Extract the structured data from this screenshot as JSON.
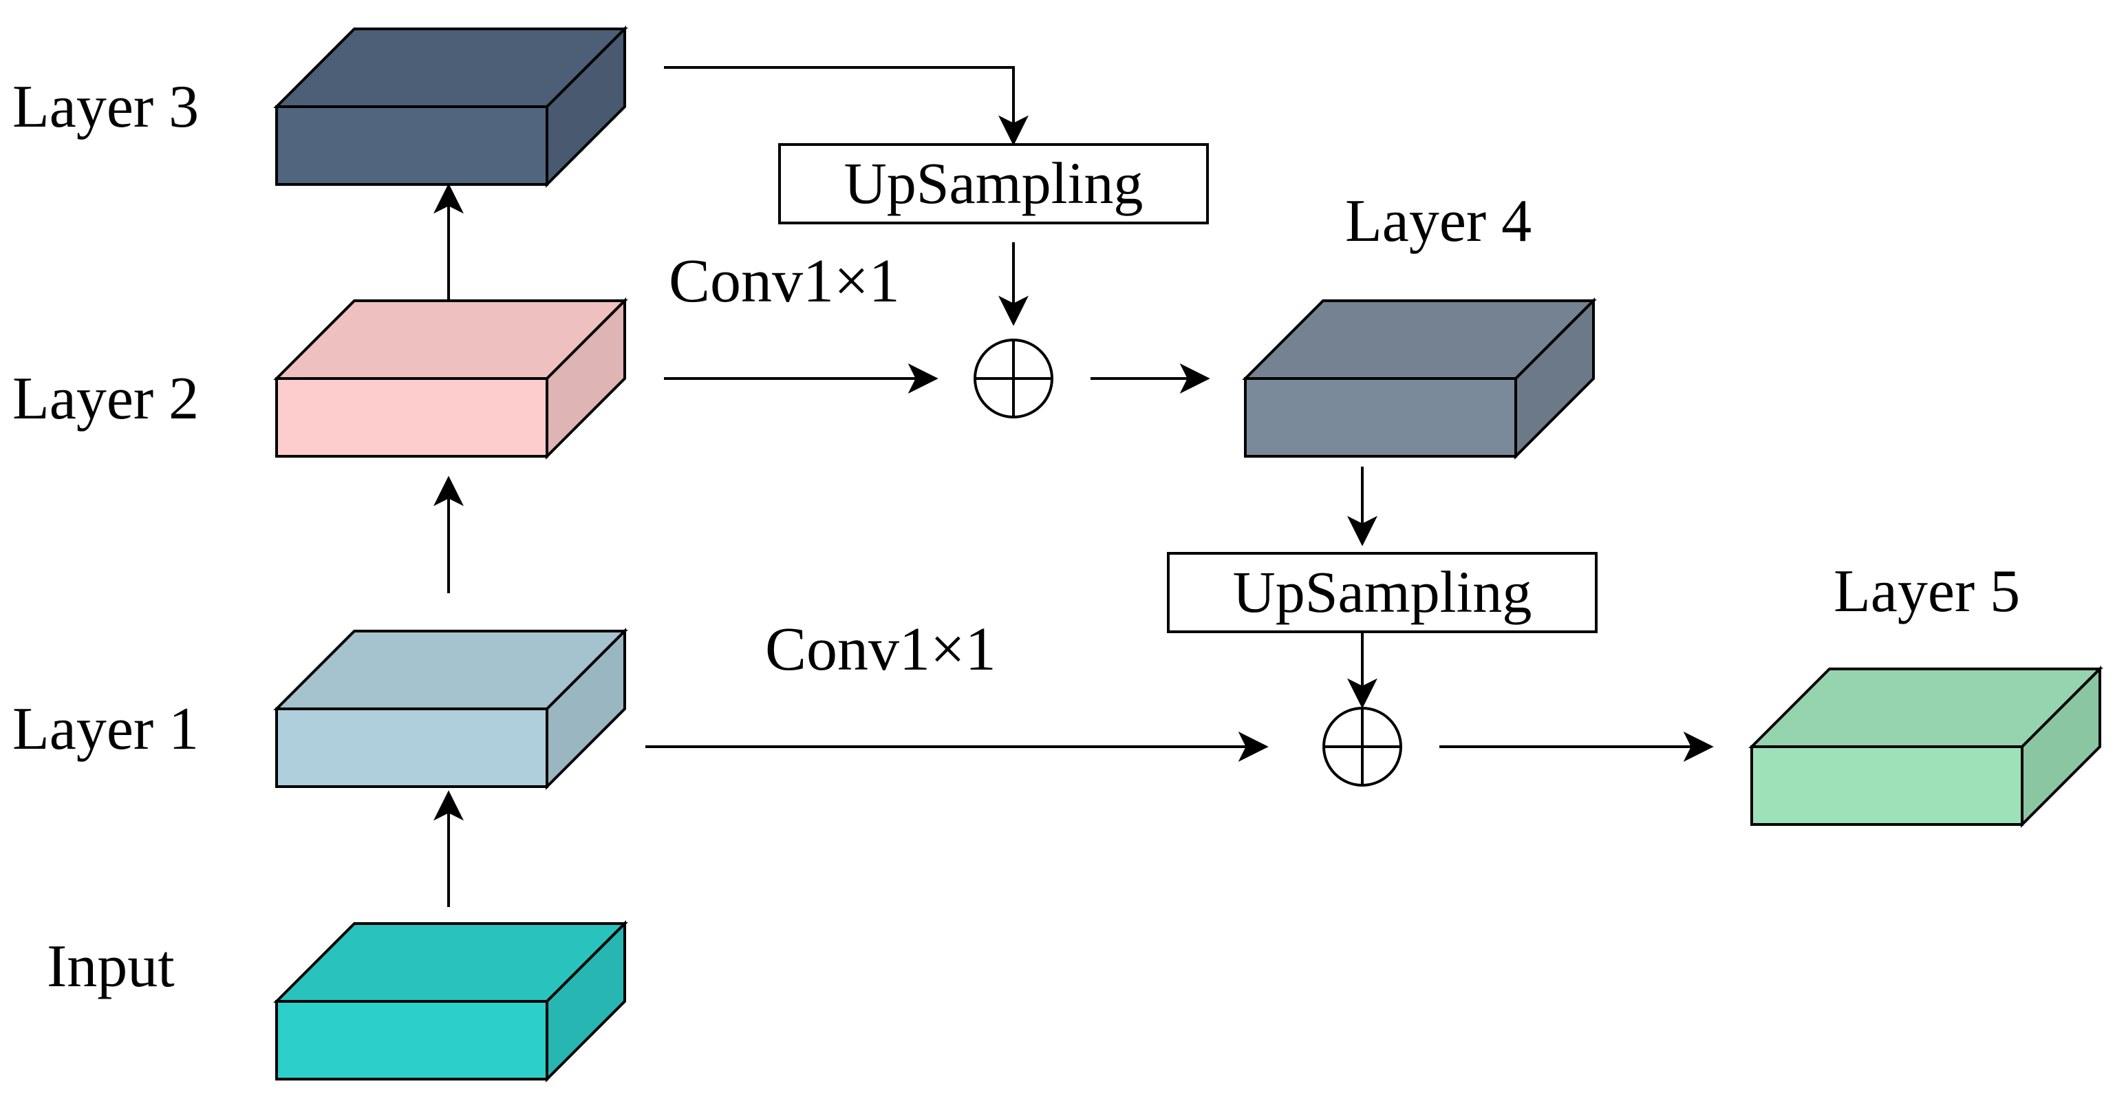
{
  "labels": {
    "layer3": "Layer 3",
    "layer2": "Layer 2",
    "layer1": "Layer 1",
    "input": "Input",
    "layer4": "Layer 4",
    "layer5": "Layer 5",
    "conv_top": "Conv1×1",
    "conv_bottom": "Conv1×1",
    "upsampling_top": "UpSampling",
    "upsampling_bottom": "UpSampling"
  },
  "colors": {
    "input": "#2ccfc9",
    "layer1": "#aecfdb",
    "layer2": "#fdcccc",
    "layer3": "#52657f",
    "layer4": "#7b8a9b",
    "layer5": "#9ee1b9",
    "stroke": "#000000"
  }
}
